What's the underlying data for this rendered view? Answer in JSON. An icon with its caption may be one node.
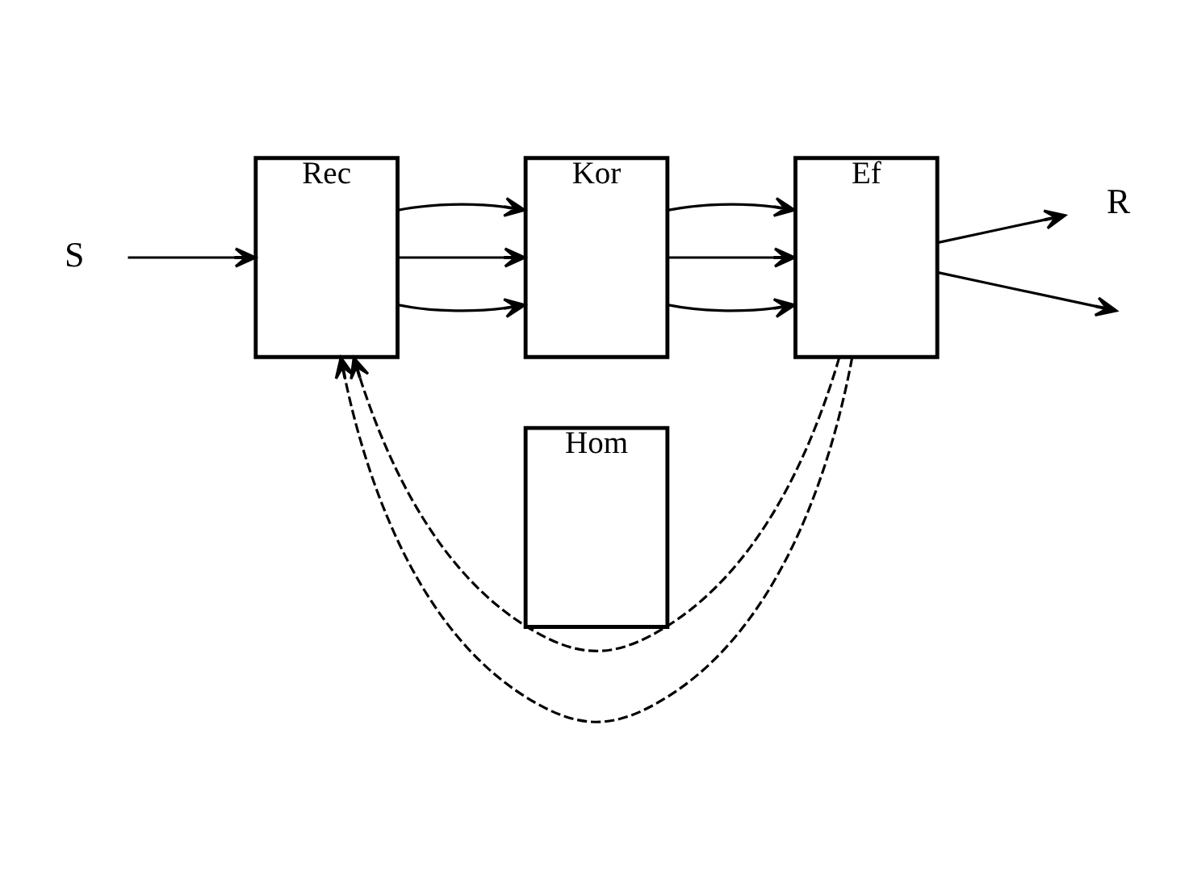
{
  "diagram": {
    "nodes": [
      {
        "text": [
          "S"
        ]
      },
      {
        "text": [
          "Rec"
        ]
      },
      {
        "text": [
          "Kor"
        ]
      },
      {
        "text": [
          "Ef"
        ]
      },
      {
        "text": [
          "R"
        ]
      },
      {
        "text": [
          "Hom"
        ]
      }
    ],
    "edges": [
      {
        "from": 0,
        "to": 1,
        "arrow": "to"
      },
      {
        "from": 1,
        "to": 2,
        "arrow": "to"
      },
      {
        "from": 1,
        "to": 2,
        "arrow": "to"
      },
      {
        "from": 1,
        "to": 2,
        "arrow": "to"
      },
      {
        "from": 2,
        "to": 3,
        "arrow": "to"
      },
      {
        "from": 2,
        "to": 3,
        "arrow": "to"
      },
      {
        "from": 2,
        "to": 3,
        "arrow": "to"
      },
      {
        "from": 3,
        "to": 4,
        "arrow": "to"
      },
      {
        "from": 3,
        "to": 1,
        "arrow": "to",
        "style": "dashed"
      },
      {
        "from": 3,
        "to": 1,
        "arrow": "to",
        "style": "dashed"
      },
      {
        "from": 3,
        "to": null,
        "arrow": "to"
      }
    ]
  }
}
